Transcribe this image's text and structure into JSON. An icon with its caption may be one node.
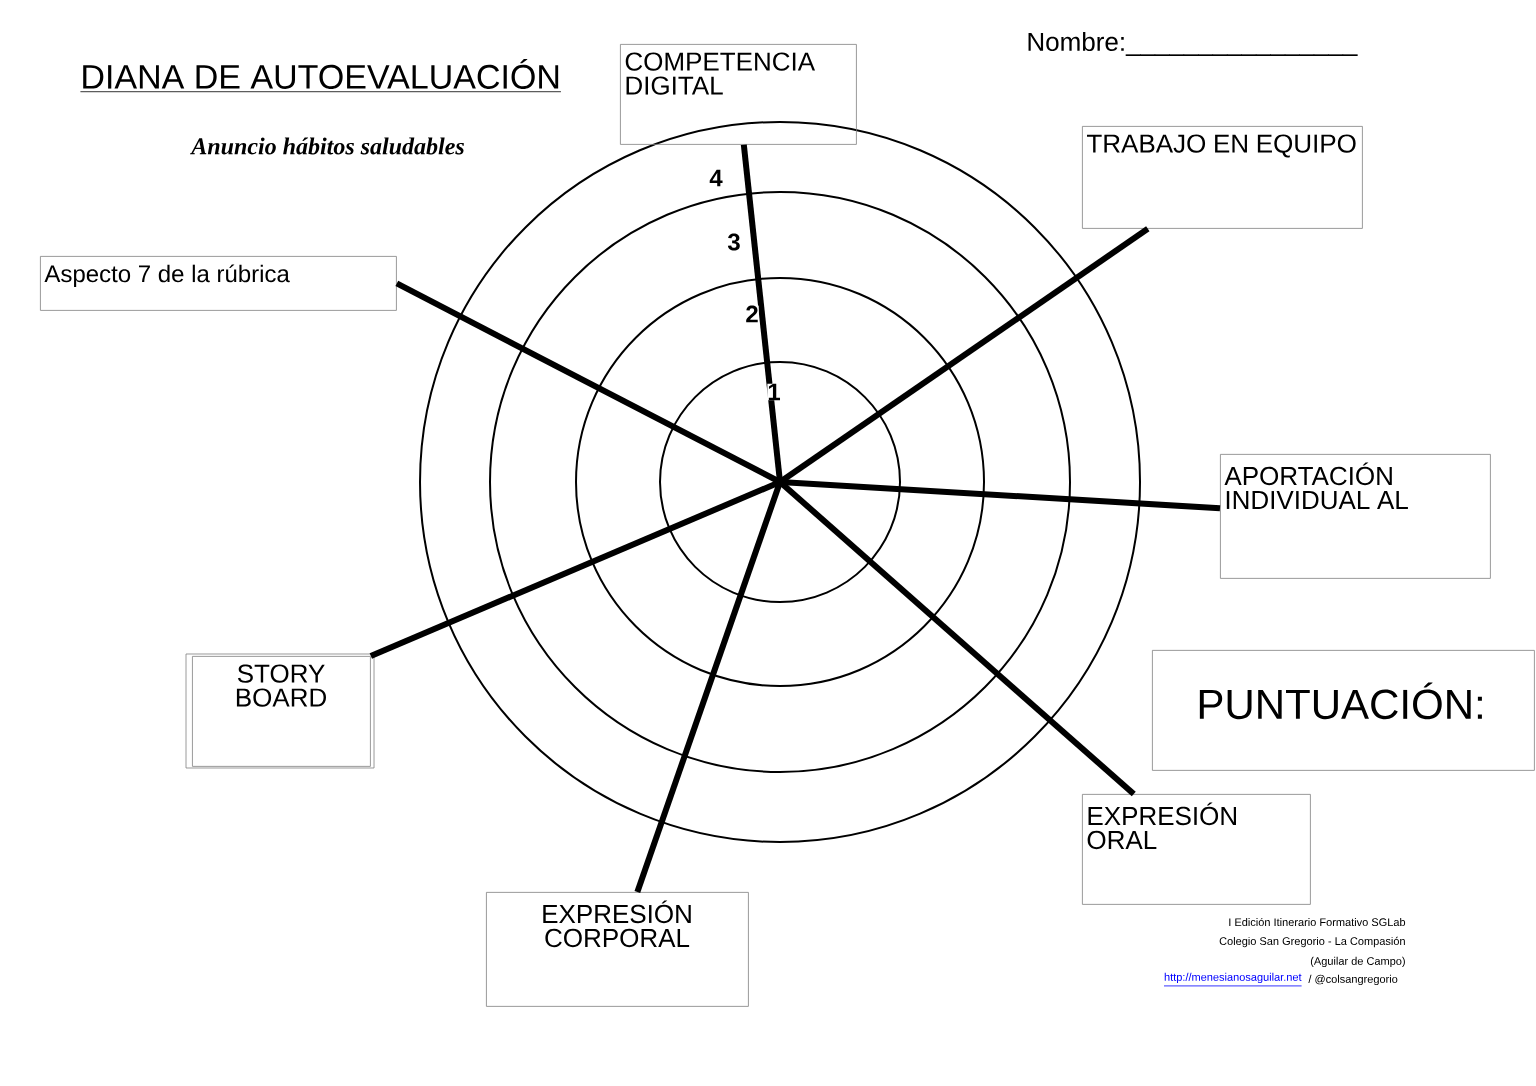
{
  "diagram": {
    "title": "DIANA DE AUTOEVALUACIÓN",
    "nodes": [
      {
        "text": [],
        "shape": "circle"
      },
      {
        "text": [
          "COMPETENCIA DIGITAL"
        ]
      },
      {
        "text": [
          "TRABAJO EN EQUIPO"
        ]
      },
      {
        "text": [
          "APORTACIÓN INDIVIDUAL AL"
        ]
      },
      {
        "text": [
          "EXPRESIÓN ORAL"
        ]
      },
      {
        "text": [
          "EXPRESIÓN CORPORAL"
        ]
      },
      {
        "text": [
          "STORY BOARD"
        ]
      },
      {
        "text": [
          "Aspecto 7 de la rúbrica"
        ]
      },
      {
        "text": [
          "PUNTUACIÓN:"
        ]
      }
    ],
    "edges": [
      {
        "from": 0,
        "to": 1,
        "arrow": "none"
      },
      {
        "from": 0,
        "to": 2,
        "arrow": "none"
      },
      {
        "from": 0,
        "to": 3,
        "arrow": "none"
      },
      {
        "from": 0,
        "to": 4,
        "arrow": "none"
      },
      {
        "from": 0,
        "to": 5,
        "arrow": "none"
      },
      {
        "from": 0,
        "to": 6,
        "arrow": "none"
      },
      {
        "from": 0,
        "to": 7,
        "arrow": "none"
      }
    ],
    "labels": [
      "Nombre:________________",
      "Anuncio hábitos saludables",
      "4",
      "3",
      "2",
      "1",
      "I Edición Itinerario Formativo SGLab",
      "Colegio San Gregorio - La Compasión",
      "(Aguilar de Campo)",
      "http://menesianosaguilar.net",
      "/ @colsangregorio"
    ]
  }
}
